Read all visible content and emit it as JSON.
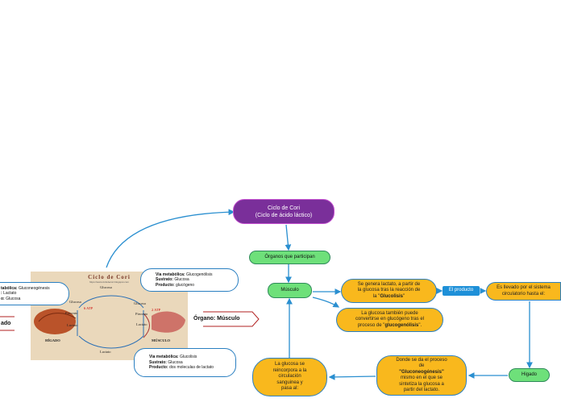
{
  "main_topic": {
    "line1": "Ciclo de Cori",
    "line2": "(Ciclo de ácido láctico)"
  },
  "organos": "Órganos que participan",
  "musculo": "Músculo",
  "lactato_node": {
    "pre": "Se genera lactato, a partir de la glucosa tras la reacción de la \"",
    "bold": "Glucolisis",
    "post": "\""
  },
  "glucogenolisis_node": {
    "pre": "La glucosa también puede convertirse en glucógeno tras el proceso de \"",
    "bold": "glucogenólisis",
    "post": "\"."
  },
  "el_producto": "El producto",
  "llevado": "Es llevado por el sistema circulatorio hasta el:",
  "higado": "Higado",
  "gluconeogenesis_node": {
    "pre": "Donde se da el proceso de",
    "bold": "\"Gluconeogénesis\"",
    "post": "mismo en el que se sintetiza la glucosa a partir del lactato."
  },
  "circulacion_node": "La glucosa se reincorpora a la circulación sanguinea y pasa al:",
  "organo_musculo": "Órgano: Músculo",
  "organo_higado_partial": "ado",
  "info_glucogenolisis": {
    "via_label": "Via metabólica:",
    "via": "Glucogenólisis",
    "sustrato_label": "Sustrato:",
    "sustrato": "Glucosa",
    "producto_label": "Producto:",
    "producto": "glucógeno"
  },
  "info_glucolisis": {
    "via_label": "Via metabólica:",
    "via": "Glucolisis",
    "sustrato_label": "Sustrato:",
    "sustrato": "Glucosa",
    "producto_label": "Producto:",
    "producto": "dos moleculas de lactato"
  },
  "info_gluconeogenesis": {
    "via_label": "tabólica:",
    "via": "Gluconeogénesis",
    "sustrato_label": ":",
    "sustrato": "Lactato",
    "producto_label": "o:",
    "producto": "Glucosa"
  },
  "cori_image": {
    "title": "Ciclo de Cori",
    "url": "https://www.ciclodecori.blogspot.com",
    "glucosa_top": "Glucosa",
    "glucosa_left": "Glucosa",
    "glucosa_right": "Glucosa",
    "piruvato_left": "Piruvato",
    "piruvato_right": "Piruvato",
    "lactato_left": "Lactato",
    "lactato_right": "Lactato",
    "lactato_bottom": "Lactato",
    "atp6": "6 ATP",
    "atp2": "2 ATP",
    "higado": "HÍGADO",
    "musculo": "MÚSCULO"
  },
  "colors": {
    "purple": "#7a2f9a",
    "green": "#6ee07a",
    "orange": "#f9b81d",
    "blue": "#1e90d8",
    "line": "#2a8fd0",
    "red": "#b22222"
  }
}
